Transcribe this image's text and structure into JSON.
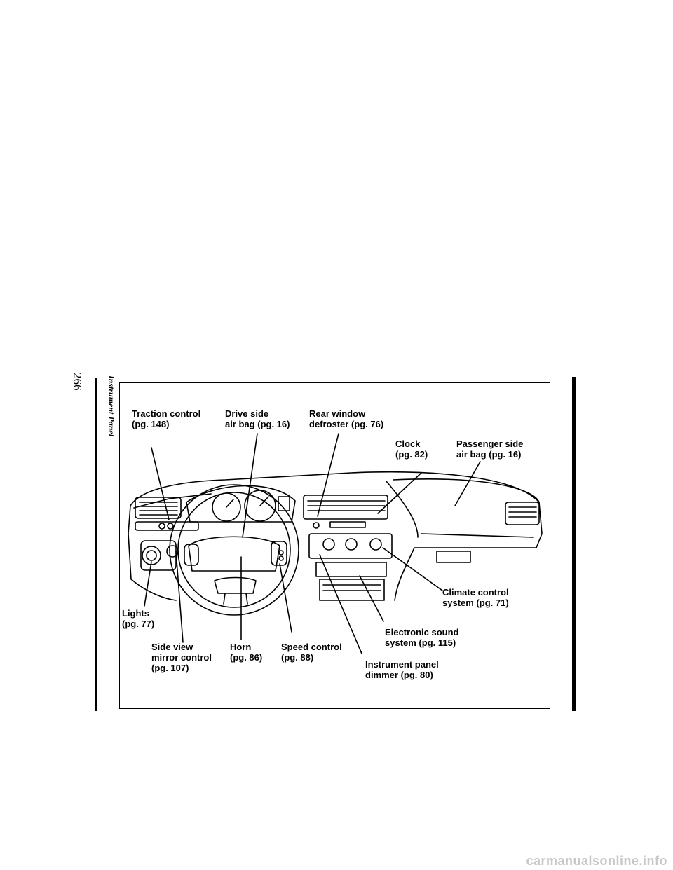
{
  "page": {
    "number": "266",
    "section_title": "Instrument Panel"
  },
  "figure": {
    "callouts": {
      "traction_control": "Traction control\n(pg. 148)",
      "drive_side_airbag": "Drive side\nair bag (pg. 16)",
      "rear_window_defroster": "Rear window\ndefroster (pg. 76)",
      "clock": "Clock\n(pg. 82)",
      "passenger_side_airbag": "Passenger side\nair bag (pg. 16)",
      "climate_control": "Climate control\nsystem (pg. 71)",
      "electronic_sound": "Electronic sound\nsystem (pg. 115)",
      "instrument_panel_dimmer": "Instrument panel\ndimmer (pg. 80)",
      "speed_control": "Speed control\n(pg. 88)",
      "horn": "Horn\n(pg. 86)",
      "side_view_mirror": "Side view\nmirror control\n(pg. 107)",
      "lights": "Lights\n(pg. 77)"
    }
  },
  "watermark": "carmanualsonline.info"
}
